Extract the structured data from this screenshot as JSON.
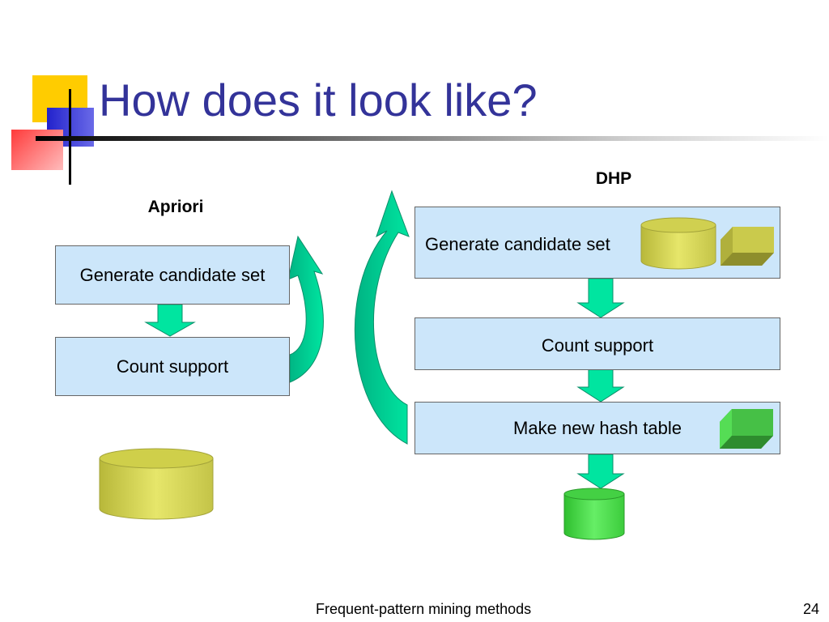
{
  "slide": {
    "title": "How does it look like?",
    "footer": "Frequent-pattern mining methods",
    "page_number": "24"
  },
  "apriori": {
    "heading": "Apriori",
    "steps": [
      "Generate candidate set",
      "Count support"
    ]
  },
  "dhp": {
    "heading": "DHP",
    "steps": [
      "Generate candidate set",
      "Count support",
      "Make new hash table"
    ]
  },
  "colors": {
    "title": "#333399",
    "box_fill": "#cce6fa",
    "arrow": "#00e5a0",
    "arrow_dark": "#00b383",
    "cylinder_yellow": "#dede5a",
    "cube_yellow": "#c8c84a",
    "cube_green": "#44c244",
    "cylinder_green": "#4ddd4d"
  }
}
